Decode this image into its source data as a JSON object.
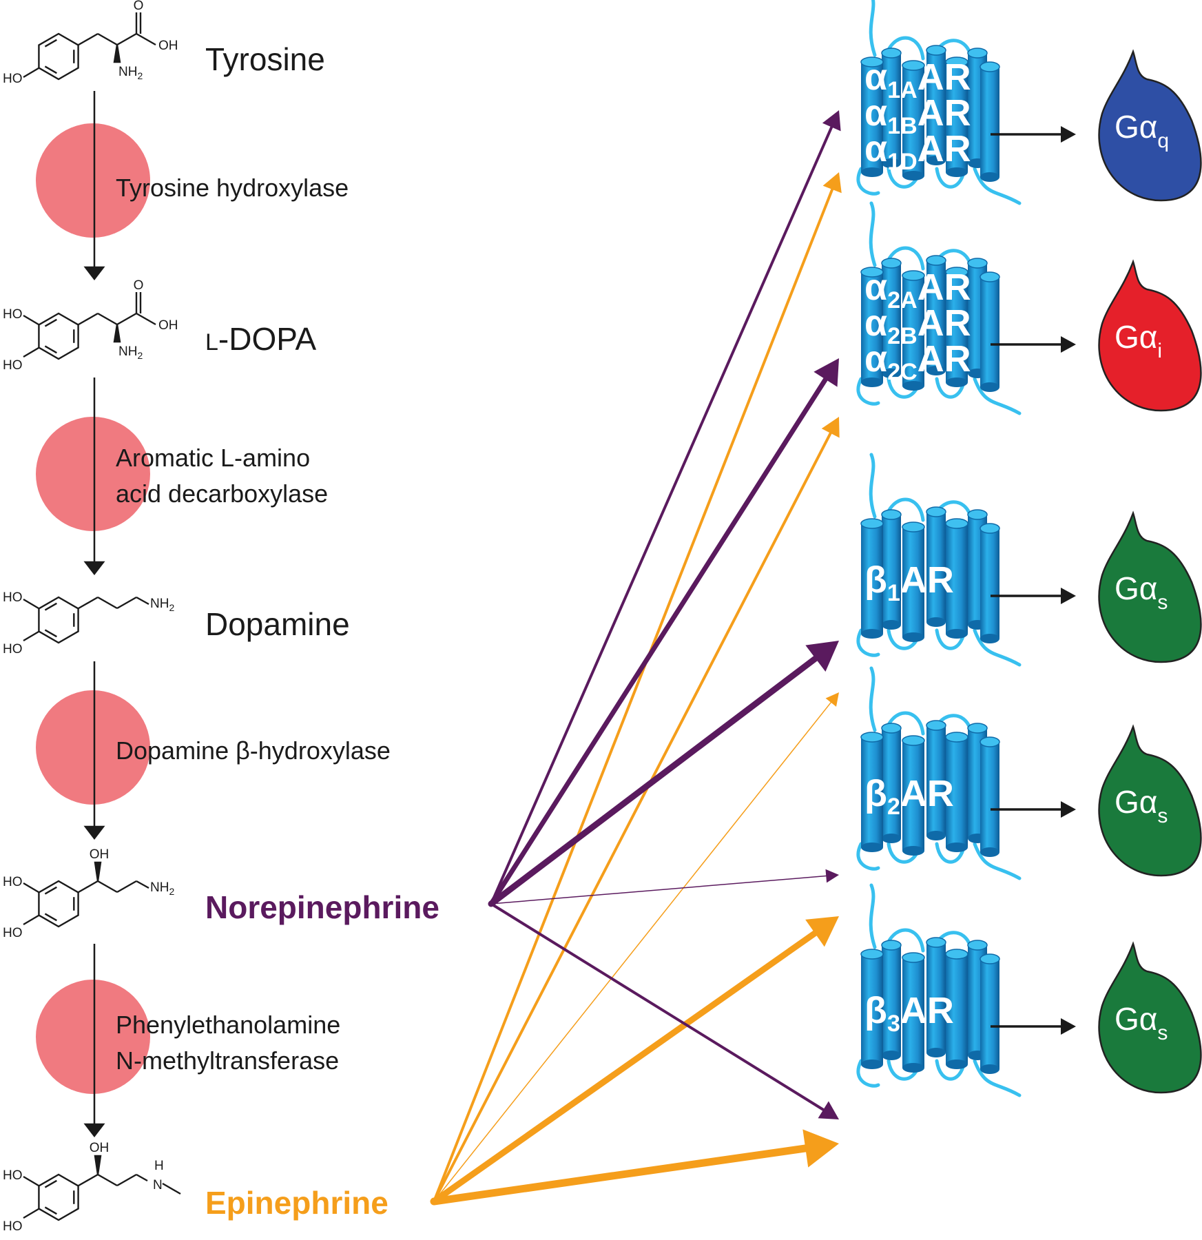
{
  "colors": {
    "norepinephrine": "#5a1a5e",
    "epinephrine": "#f59e1b",
    "enzyme_circle": "#f07a80",
    "receptor": "#1e9fdc",
    "receptor_dark": "#1478b8",
    "loop": "#38c0ef",
    "gq": "#2e4fa5",
    "gi": "#e5202a",
    "gs": "#1a7a3c"
  },
  "pathway": {
    "compounds": [
      {
        "name": "Tyrosine"
      },
      {
        "name": "L-DOPA",
        "prefix": "L",
        "rest": "-DOPA"
      },
      {
        "name": "Dopamine"
      },
      {
        "name": "Norepinephrine"
      },
      {
        "name": "Epinephrine"
      }
    ],
    "enzymes": [
      {
        "lines": [
          "Tyrosine hydroxylase"
        ]
      },
      {
        "lines": [
          "Aromatic L-amino",
          "acid decarboxylase"
        ]
      },
      {
        "lines": [
          "Dopamine β-hydroxylase"
        ]
      },
      {
        "lines": [
          "Phenylethanolamine",
          "N-methyltransferase"
        ]
      }
    ],
    "atoms": {
      "oh": "OH",
      "ho": "HO",
      "nh2": "NH",
      "two": "2",
      "o": "O",
      "h": "H",
      "n": "N"
    }
  },
  "receptors": [
    {
      "group": "alpha1",
      "lines": [
        {
          "greek": "α",
          "sub": "1A",
          "label": "AR"
        },
        {
          "greek": "α",
          "sub": "1B",
          "label": "AR"
        },
        {
          "greek": "α",
          "sub": "1D",
          "label": "AR"
        }
      ],
      "g_protein": {
        "base": "Gα",
        "sub": "q"
      }
    },
    {
      "group": "alpha2",
      "lines": [
        {
          "greek": "α",
          "sub": "2A",
          "label": "AR"
        },
        {
          "greek": "α",
          "sub": "2B",
          "label": "AR"
        },
        {
          "greek": "α",
          "sub": "2C",
          "label": "AR"
        }
      ],
      "g_protein": {
        "base": "Gα",
        "sub": "i"
      }
    },
    {
      "group": "beta1",
      "lines": [
        {
          "greek": "β",
          "sub": "1",
          "label": "AR"
        }
      ],
      "g_protein": {
        "base": "Gα",
        "sub": "s"
      }
    },
    {
      "group": "beta2",
      "lines": [
        {
          "greek": "β",
          "sub": "2",
          "label": "AR"
        }
      ],
      "g_protein": {
        "base": "Gα",
        "sub": "s"
      }
    },
    {
      "group": "beta3",
      "lines": [
        {
          "greek": "β",
          "sub": "3",
          "label": "AR"
        }
      ],
      "g_protein": {
        "base": "Gα",
        "sub": "s"
      }
    }
  ],
  "connections": [
    {
      "from": "Norepinephrine",
      "to": "alpha1",
      "weight": 4
    },
    {
      "from": "Norepinephrine",
      "to": "alpha2",
      "weight": 7
    },
    {
      "from": "Norepinephrine",
      "to": "beta1",
      "weight": 9
    },
    {
      "from": "Norepinephrine",
      "to": "beta2",
      "weight": 1.5
    },
    {
      "from": "Norepinephrine",
      "to": "beta3",
      "weight": 4
    },
    {
      "from": "Epinephrine",
      "to": "alpha1",
      "weight": 4
    },
    {
      "from": "Epinephrine",
      "to": "alpha2",
      "weight": 4
    },
    {
      "from": "Epinephrine",
      "to": "beta1",
      "weight": 1.5
    },
    {
      "from": "Epinephrine",
      "to": "beta2",
      "weight": 9
    },
    {
      "from": "Epinephrine",
      "to": "beta3",
      "weight": 11
    }
  ]
}
